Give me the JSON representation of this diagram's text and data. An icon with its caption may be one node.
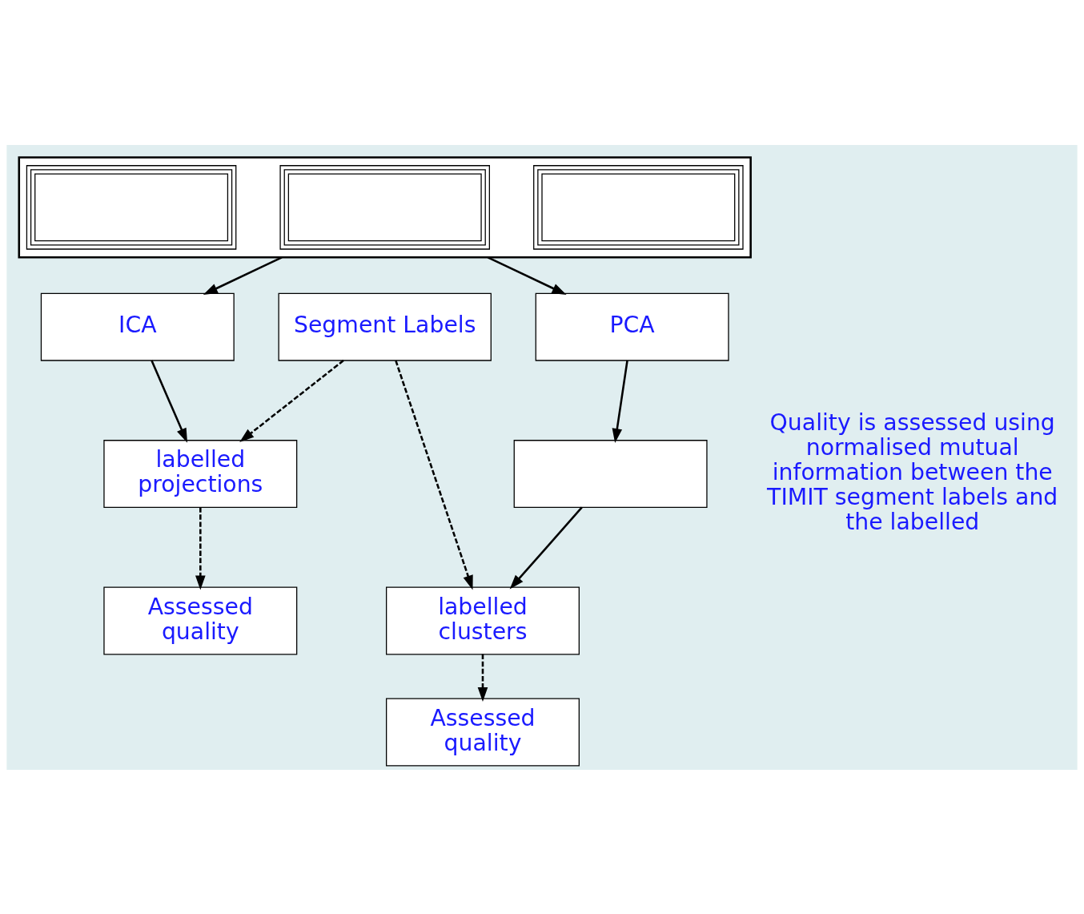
{
  "diagram": {
    "nodes": [
      {
        "text": [],
        "shape": "box"
      },
      {
        "text": [],
        "shape": "box",
        "in": 0
      },
      {
        "text": [],
        "shape": "box",
        "in": 0
      },
      {
        "text": [],
        "shape": "box",
        "in": 0
      },
      {
        "text": [
          "Segment Labels"
        ]
      },
      {
        "text": [
          "PCA"
        ]
      },
      {
        "text": [
          "ICA"
        ]
      },
      {
        "text": [],
        "shape": "box"
      },
      {
        "text": [
          "labelled clusters"
        ]
      },
      {
        "text": [
          "labelled projections"
        ]
      },
      {
        "text": [
          "Assessed quality"
        ]
      },
      {
        "text": [
          "Assessed quality"
        ]
      }
    ],
    "edges": [
      {
        "from": 0,
        "to": 5,
        "arrow": "to"
      },
      {
        "from": 0,
        "to": 6,
        "arrow": "to"
      },
      {
        "from": 5,
        "to": 7,
        "arrow": "to"
      },
      {
        "from": 7,
        "to": 8,
        "arrow": "to"
      },
      {
        "from": 6,
        "to": 9,
        "arrow": "to"
      },
      {
        "from": 4,
        "to": 8,
        "arrow": "to",
        "style": "dashed"
      },
      {
        "from": 4,
        "to": 9,
        "arrow": "to",
        "style": "dashed"
      },
      {
        "from": 8,
        "to": 10,
        "arrow": "to",
        "style": "dashed"
      },
      {
        "from": 9,
        "to": 11,
        "arrow": "to",
        "style": "dashed"
      }
    ],
    "labels": [
      "Quality is assessed using normalised mutual information between the TIMIT segment labels and the labelled"
    ]
  }
}
